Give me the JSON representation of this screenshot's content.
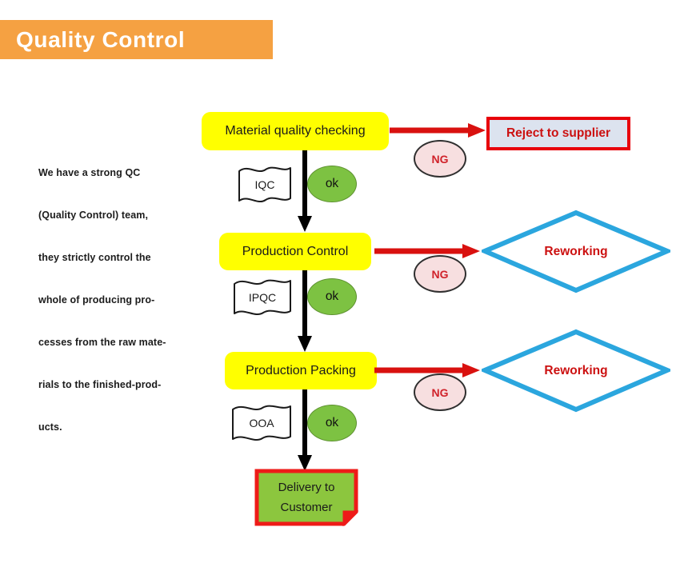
{
  "header": {
    "title": "Quality Control",
    "banner_color": "#F5A142",
    "title_color": "#FFFFFF"
  },
  "description": {
    "lines": [
      "We have a strong QC",
      "(Quality Control) team,",
      "they strictly control the",
      "whole of producing pro-",
      "cesses from the raw mate-",
      "rials to the finished-prod-",
      "ucts."
    ]
  },
  "colors": {
    "process_fill": "#FFFF00",
    "ok_fill": "#7DC242",
    "ng_fill": "#F7DFE0",
    "ng_text": "#D0222A",
    "reject_fill": "#DCE3EF",
    "reject_border": "#E8000B",
    "reject_text": "#CC1111",
    "diamond_stroke": "#2BA6DE",
    "diamond_text": "#CC1111",
    "delivery_fill": "#8CC63E",
    "delivery_border": "#EE1B18",
    "arrow_red": "#D9110F",
    "arrow_black": "#000000"
  },
  "flowchart": {
    "process_steps": [
      {
        "label": "Material quality checking"
      },
      {
        "label": "Production Control"
      },
      {
        "label": "Production Packing"
      }
    ],
    "inspection_flags": [
      {
        "label": "IQC"
      },
      {
        "label": "IPQC"
      },
      {
        "label": "OOA"
      }
    ],
    "pass_markers": [
      {
        "label": "ok"
      },
      {
        "label": "ok"
      },
      {
        "label": "ok"
      }
    ],
    "fail_markers": [
      {
        "label": "NG"
      },
      {
        "label": "NG"
      },
      {
        "label": "NG"
      }
    ],
    "fail_outcomes": [
      {
        "label": "Reject to supplier",
        "shape": "rectangle"
      },
      {
        "label": "Reworking",
        "shape": "diamond"
      },
      {
        "label": "Reworking",
        "shape": "diamond"
      }
    ],
    "final_node": {
      "line1": "Delivery  to",
      "line2": "Customer"
    }
  }
}
